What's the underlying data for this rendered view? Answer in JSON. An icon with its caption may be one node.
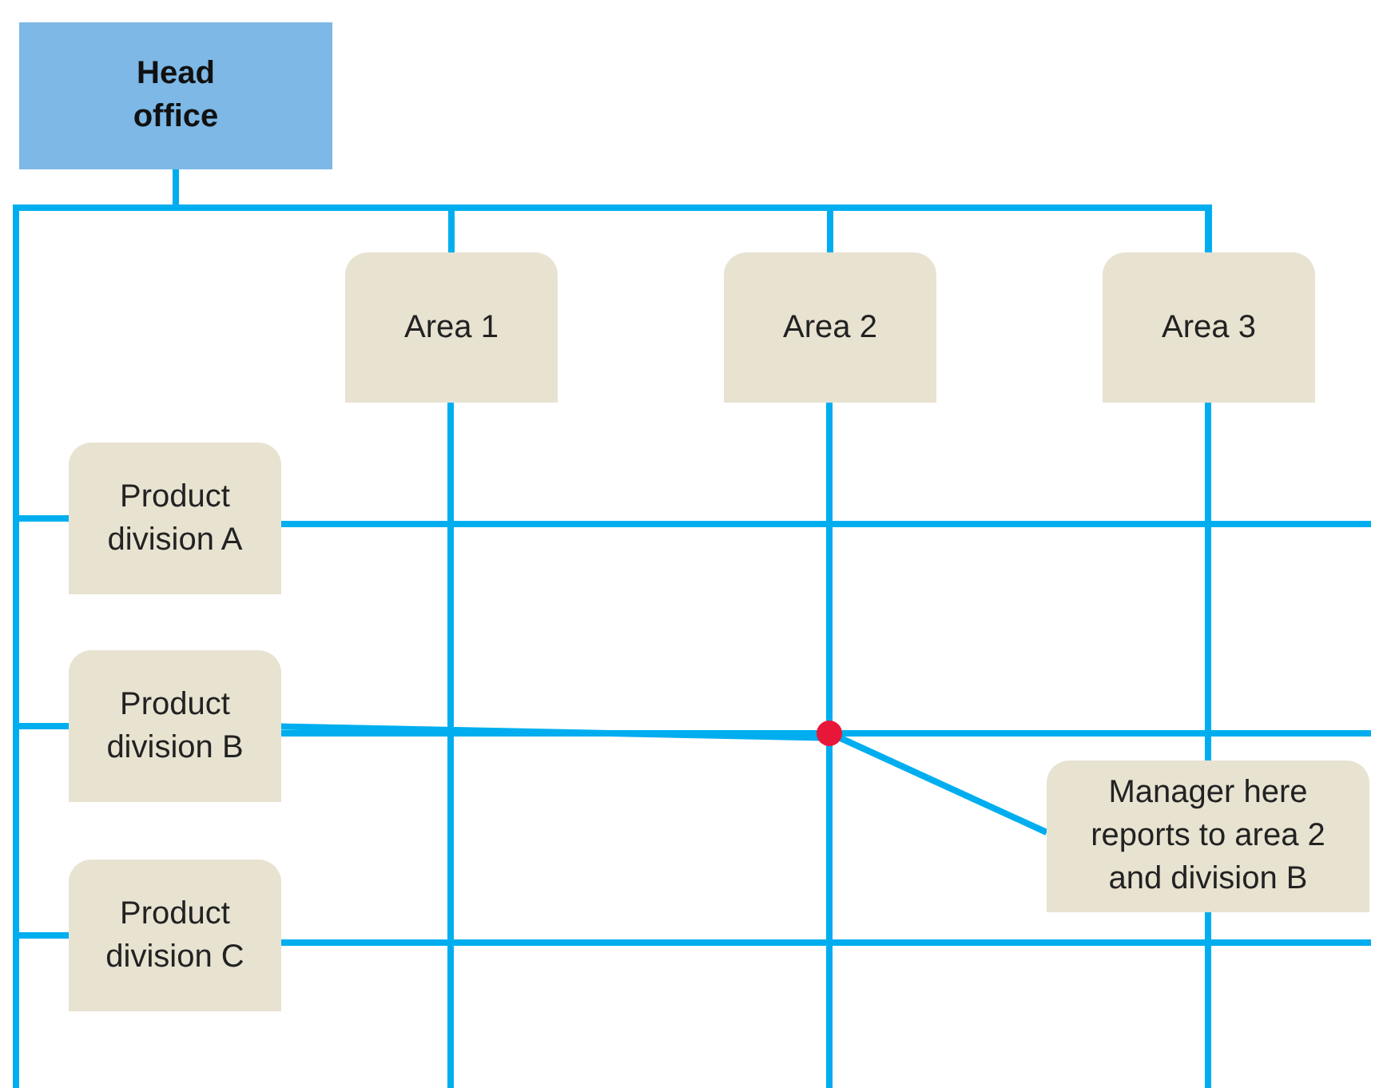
{
  "diagram": {
    "nodes": [
      {
        "text": [
          "Head office"
        ]
      },
      {
        "text": [
          "Area 1"
        ]
      },
      {
        "text": [
          "Area 2"
        ]
      },
      {
        "text": [
          "Area 3"
        ]
      },
      {
        "text": [
          "Product division A"
        ]
      },
      {
        "text": [
          "Product division B"
        ]
      },
      {
        "text": [
          "Product division C"
        ]
      },
      {
        "text": [],
        "shape": "circle"
      },
      {
        "text": [
          "Manager here reports to area 2 and division B"
        ]
      }
    ],
    "edges": [
      {
        "from": 0,
        "to": 1,
        "arrow": "none"
      },
      {
        "from": 0,
        "to": 2,
        "arrow": "none"
      },
      {
        "from": 0,
        "to": 3,
        "arrow": "none"
      },
      {
        "from": 0,
        "to": 4,
        "arrow": "none"
      },
      {
        "from": 0,
        "to": 5,
        "arrow": "none"
      },
      {
        "from": 0,
        "to": 6,
        "arrow": "none"
      },
      {
        "from": 2,
        "to": 7,
        "arrow": "none"
      },
      {
        "from": 5,
        "to": 7,
        "arrow": "none"
      },
      {
        "from": 8,
        "to": 7,
        "arrow": "none"
      }
    ]
  }
}
